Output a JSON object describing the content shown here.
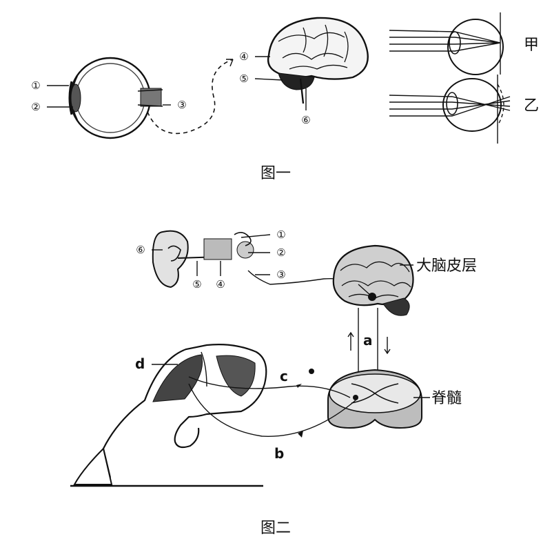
{
  "figure1": {
    "caption": "图一",
    "eye_labels": [
      "①",
      "②",
      "③"
    ],
    "brain_labels": [
      "④",
      "⑤",
      "⑥"
    ],
    "lens_labels": [
      "甲",
      "乙"
    ]
  },
  "figure2": {
    "caption": "图二",
    "ear_labels": [
      "①",
      "②",
      "③",
      "④",
      "⑤",
      "⑥"
    ],
    "cortex_label": "大脑皮层",
    "spinal_label": "脊髓",
    "path_letters": [
      "a",
      "b",
      "c",
      "d"
    ]
  }
}
